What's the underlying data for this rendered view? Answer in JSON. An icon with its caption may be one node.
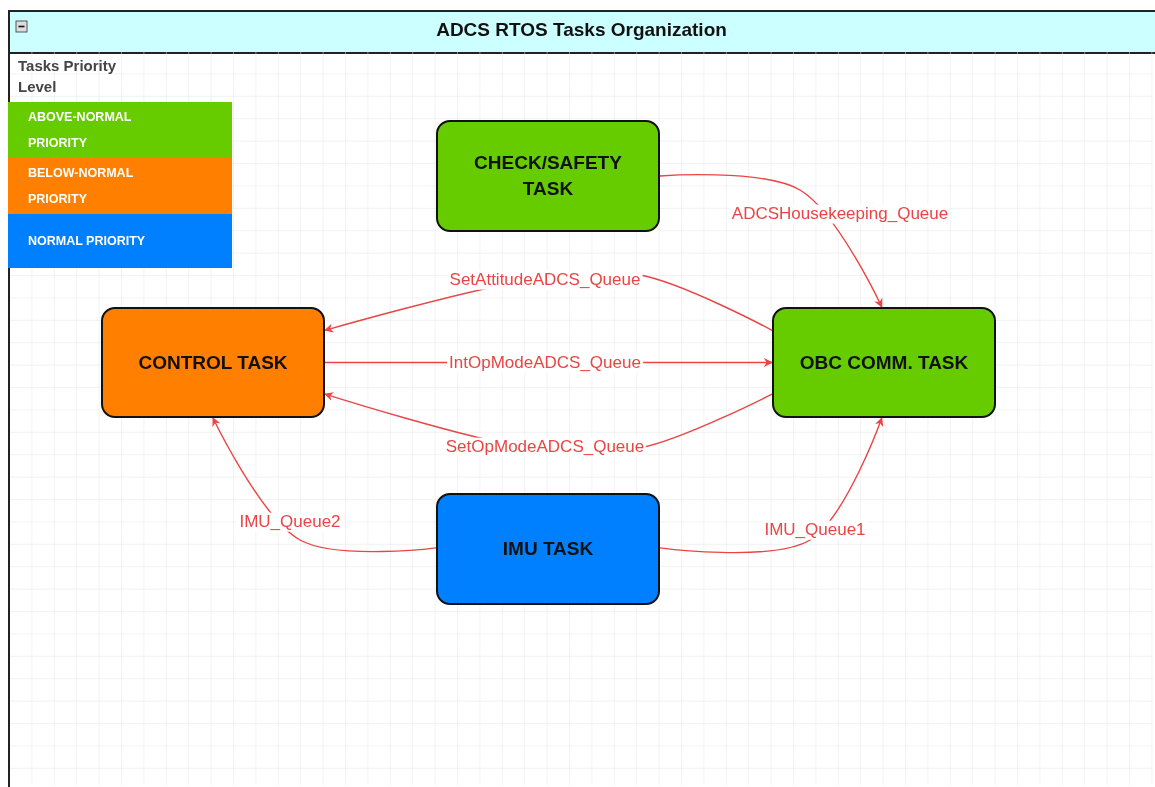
{
  "diagram": {
    "title": "ADCS RTOS Tasks Organization",
    "nodes": [
      {
        "text": [
          "CHECK/SAFETY TASK"
        ]
      },
      {
        "text": [
          "CONTROL TASK"
        ]
      },
      {
        "text": [
          "OBC COMM. TASK"
        ]
      },
      {
        "text": [
          "IMU TASK"
        ]
      }
    ],
    "edges": [
      {
        "from": 0,
        "to": 2,
        "arrow": "to",
        "label": "ADCSHousekeeping_Queue"
      },
      {
        "from": 2,
        "to": 1,
        "arrow": "to",
        "label": "SetAttitudeADCS_Queue"
      },
      {
        "from": 1,
        "to": 2,
        "arrow": "to",
        "label": "IntOpModeADCS_Queue"
      },
      {
        "from": 2,
        "to": 1,
        "arrow": "to",
        "label": "SetOpModeADCS_Queue"
      },
      {
        "from": 3,
        "to": 1,
        "arrow": "to",
        "label": "IMU_Queue2"
      },
      {
        "from": 3,
        "to": 2,
        "arrow": "to",
        "label": "IMU_Queue1"
      }
    ],
    "labels": [
      "Tasks Priority Level"
    ],
    "legend": [
      {
        "text": "ABOVE-NORMAL PRIORITY",
        "color": "#66cc00"
      },
      {
        "text": "BELOW-NORMAL PRIORITY",
        "color": "#ff8000"
      },
      {
        "text": "NORMAL PRIORITY",
        "color": "#007fff"
      }
    ]
  }
}
